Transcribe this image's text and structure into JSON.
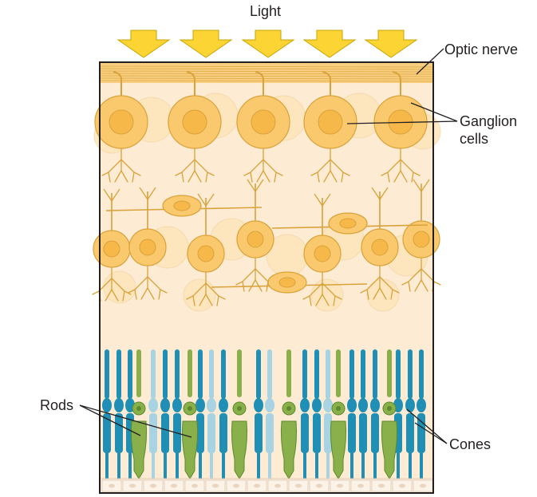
{
  "labels": {
    "light": "Light",
    "optic_nerve": "Optic nerve",
    "ganglion_line1": "Ganglion",
    "ganglion_line2": "cells",
    "rods": "Rods",
    "cones": "Cones"
  },
  "colors": {
    "arrow_fill": "#fcd535",
    "arrow_stroke": "#c8a400",
    "tissue_bg": "#fdebd3",
    "nerve_band": "#f8cf80",
    "cell_fill": "#fac96e",
    "cell_fill_pale": "#fde4b8",
    "cell_stroke": "#d9a23a",
    "nucleus": "#f7b84a",
    "rod": "#1f8fb5",
    "rod_pale": "#a8d3e2",
    "cone": "#89b04a",
    "cone_dark": "#5d8a2e",
    "base": "#f7e9da",
    "frame": "#231f20"
  },
  "icons": [
    "light-arrow-icon"
  ]
}
